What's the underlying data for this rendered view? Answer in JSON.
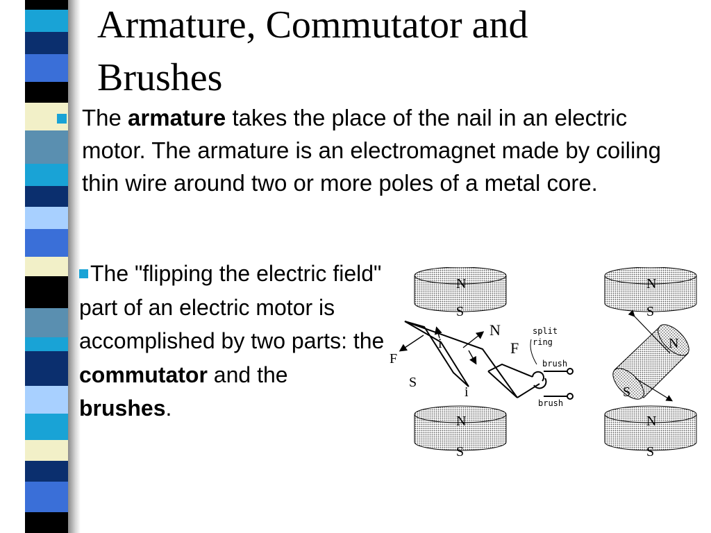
{
  "slide": {
    "title": "Armature, Commutator and Brushes",
    "point1": {
      "pre": "The ",
      "bold": "armature",
      "post": " takes the place of the nail in an electric motor. The armature is an electromagnet made by coiling thin wire around two or more poles of a metal core."
    },
    "point2": {
      "pre": "The \"flipping the electric field\" part of an electric motor is accomplished by two parts: the ",
      "bold1": "commutator",
      "mid": " and the ",
      "bold2": "brushes",
      "end": "."
    }
  },
  "diagram": {
    "north": "N",
    "south": "S",
    "force": "F",
    "current": "i",
    "split_ring": "split\nring",
    "split_ring_line1": "split",
    "split_ring_line2": "ring",
    "brush": "brush"
  },
  "colors": {
    "bullet": "#19a3d6",
    "stripes": [
      "#19a3d6",
      "#0b2f6e",
      "#3a6fd8",
      "#f2f0c8",
      "#000000",
      "#5aa0c8",
      "#a8d0ff",
      "#1b4b8f"
    ]
  }
}
